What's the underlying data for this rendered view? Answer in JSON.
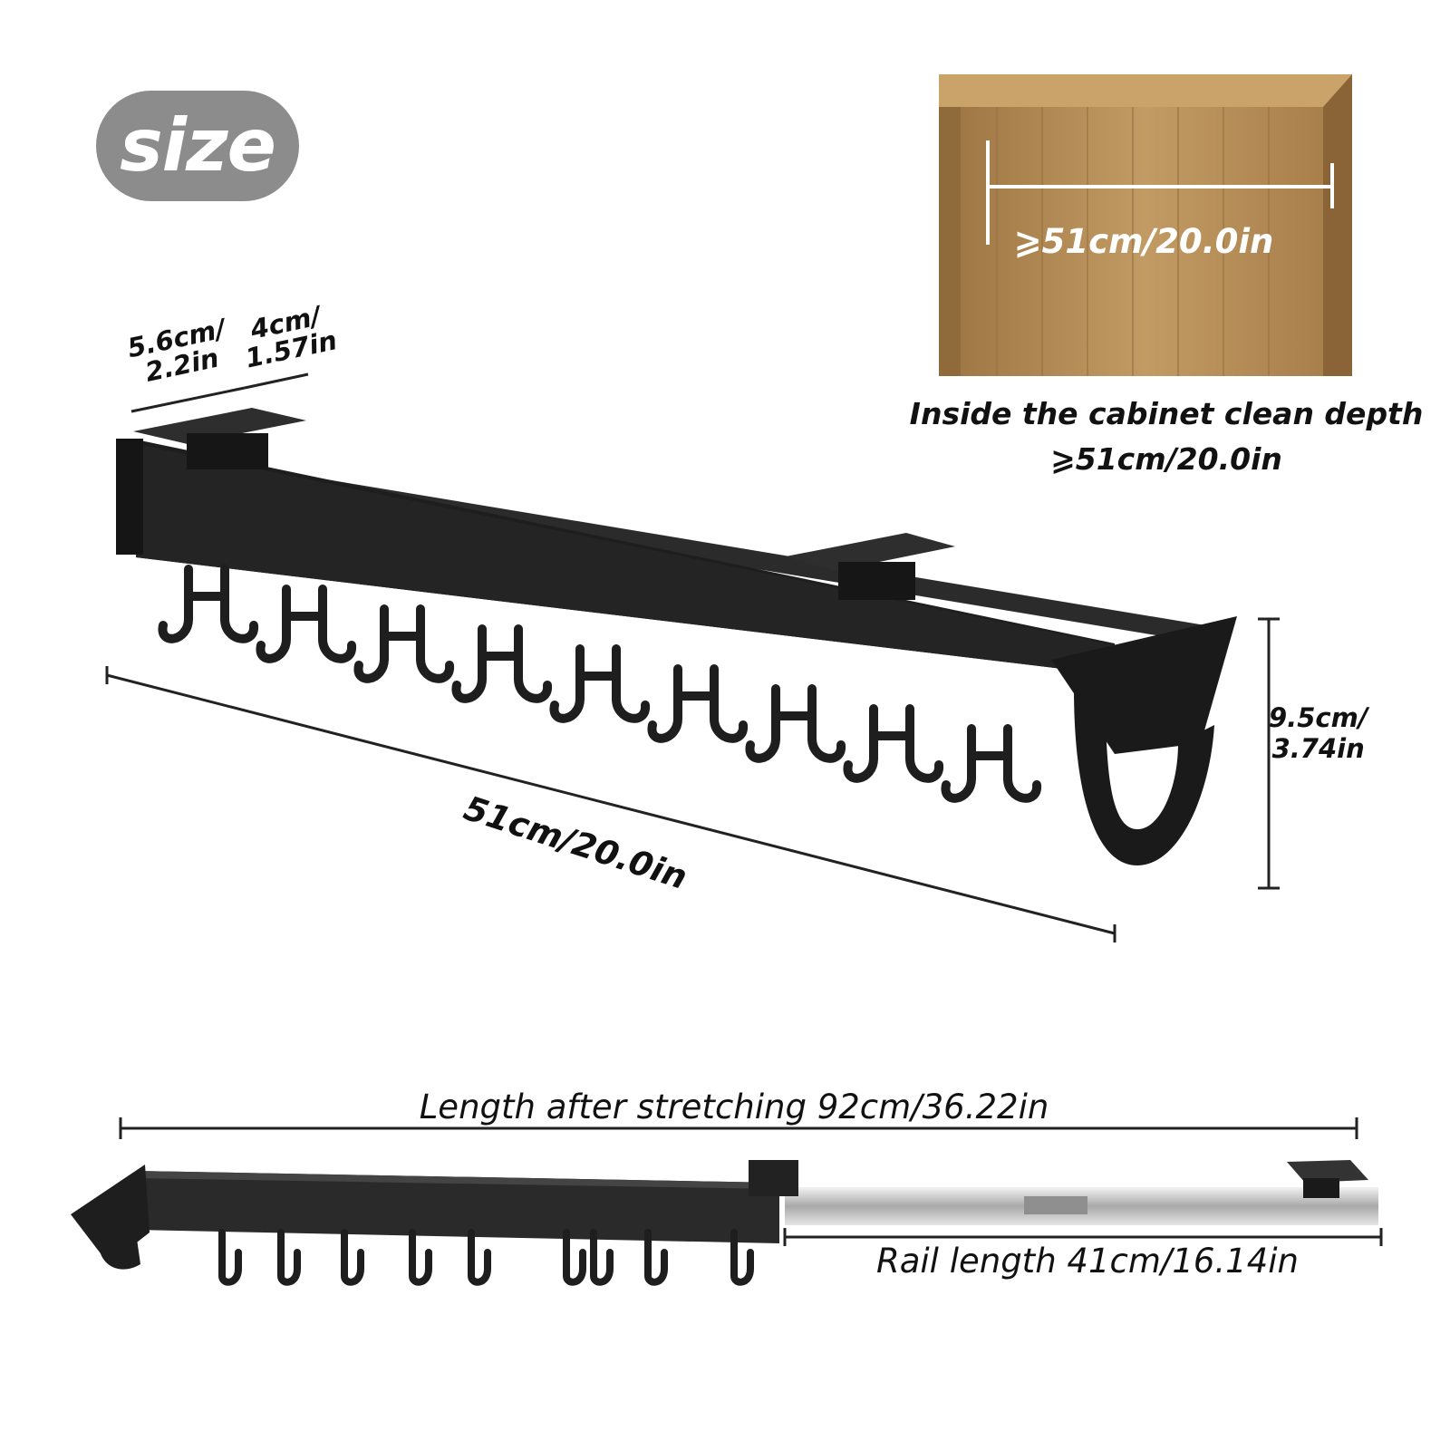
{
  "badge": {
    "label": "size"
  },
  "cabinet": {
    "depth_label": "⩾51cm/20.0in",
    "caption_line1": "Inside the cabinet clean depth",
    "caption_line2": "⩾51cm/20.0in"
  },
  "dimensions": {
    "plate_width_line1": "5.6cm/",
    "plate_width_line2": "2.2in",
    "plate_depth_line1": "4cm/",
    "plate_depth_line2": "1.57in",
    "length": "51cm/20.0in",
    "height_line1": "9.5cm/",
    "height_line2": "3.74in"
  },
  "extended": {
    "stretch_label": "Length after stretching 92cm/36.22in",
    "rail_label": "Rail length 41cm/16.14in"
  },
  "colors": {
    "rack_black": "#1e1e1e",
    "wood": "#b48a55",
    "badge_gray": "#8c8c8c",
    "steel": "#c9c9c9"
  }
}
